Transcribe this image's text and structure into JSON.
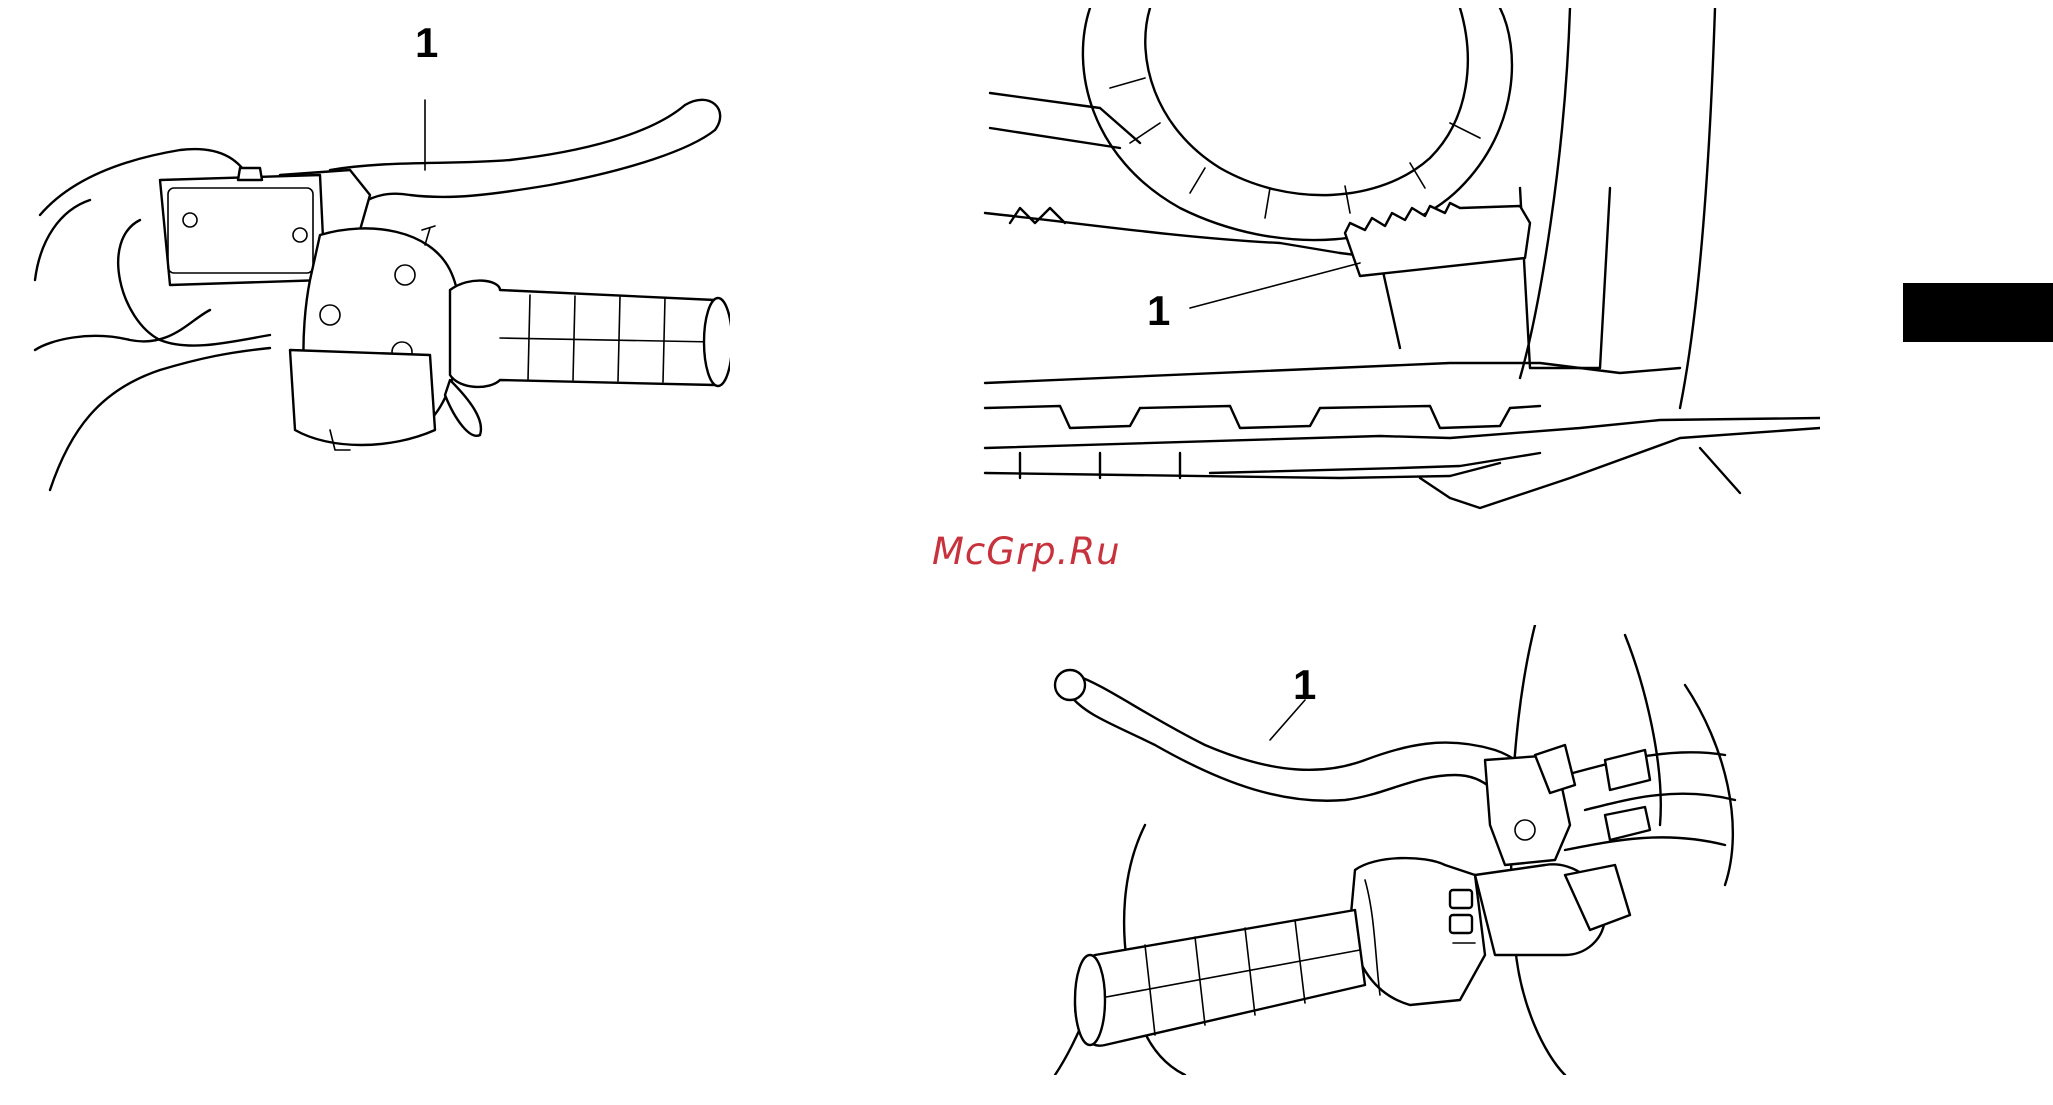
{
  "figures": [
    {
      "callout": "1"
    },
    {
      "callout": "1"
    },
    {
      "callout": "1"
    }
  ],
  "watermark": "McGrp.Ru"
}
